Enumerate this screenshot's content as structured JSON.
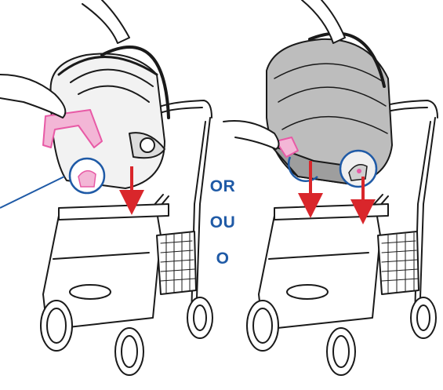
{
  "or_labels": [
    "OR",
    "OU",
    "O"
  ],
  "colors": {
    "accent_blue": "#1f5aa6",
    "pink": "#e85aa6",
    "red_arrow": "#d9262b",
    "line": "#1a1a1a",
    "canopy_grey": "#bdbdbd"
  },
  "icons": [
    "infant-car-seat",
    "stroller-frame",
    "down-arrow",
    "detail-circle",
    "hand"
  ]
}
